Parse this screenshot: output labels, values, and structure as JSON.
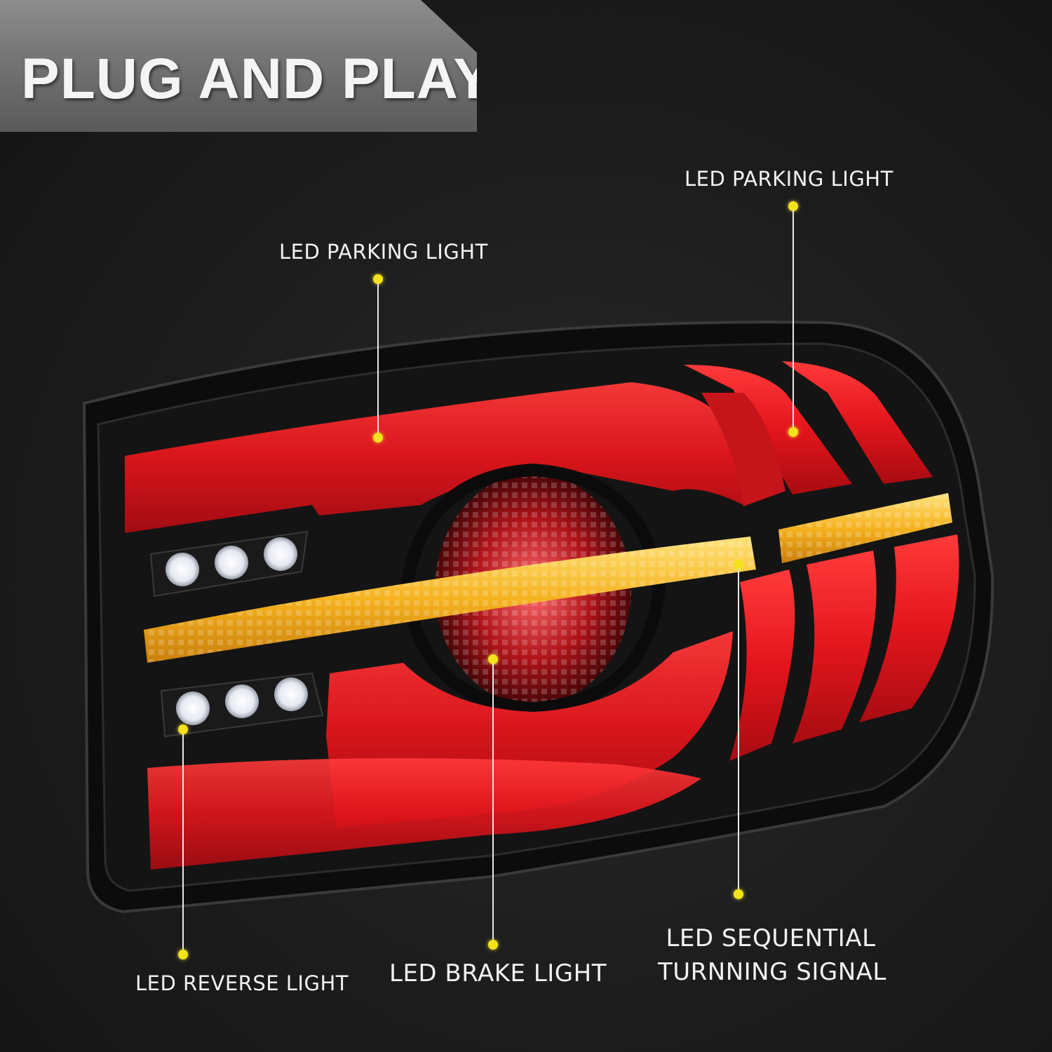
{
  "banner": {
    "title": "PLUG AND PLAY"
  },
  "callouts": {
    "parking_light_top_right": "LED PARKING LIGHT",
    "parking_light_left": "LED PARKING LIGHT",
    "reverse_light": "LED REVERSE LIGHT",
    "brake_light": "LED BRAKE LIGHT",
    "turn_signal_line1": "LED SEQUENTIAL",
    "turn_signal_line2": "TURNNING SIGNAL"
  },
  "colors": {
    "background": "#1c1c1c",
    "banner": "#7a7a7a",
    "lamp_red": "#e3151c",
    "signal_amber": "#f5b21e",
    "reverse_white": "#f4f6fb",
    "callout_dot": "#f4e21a"
  }
}
